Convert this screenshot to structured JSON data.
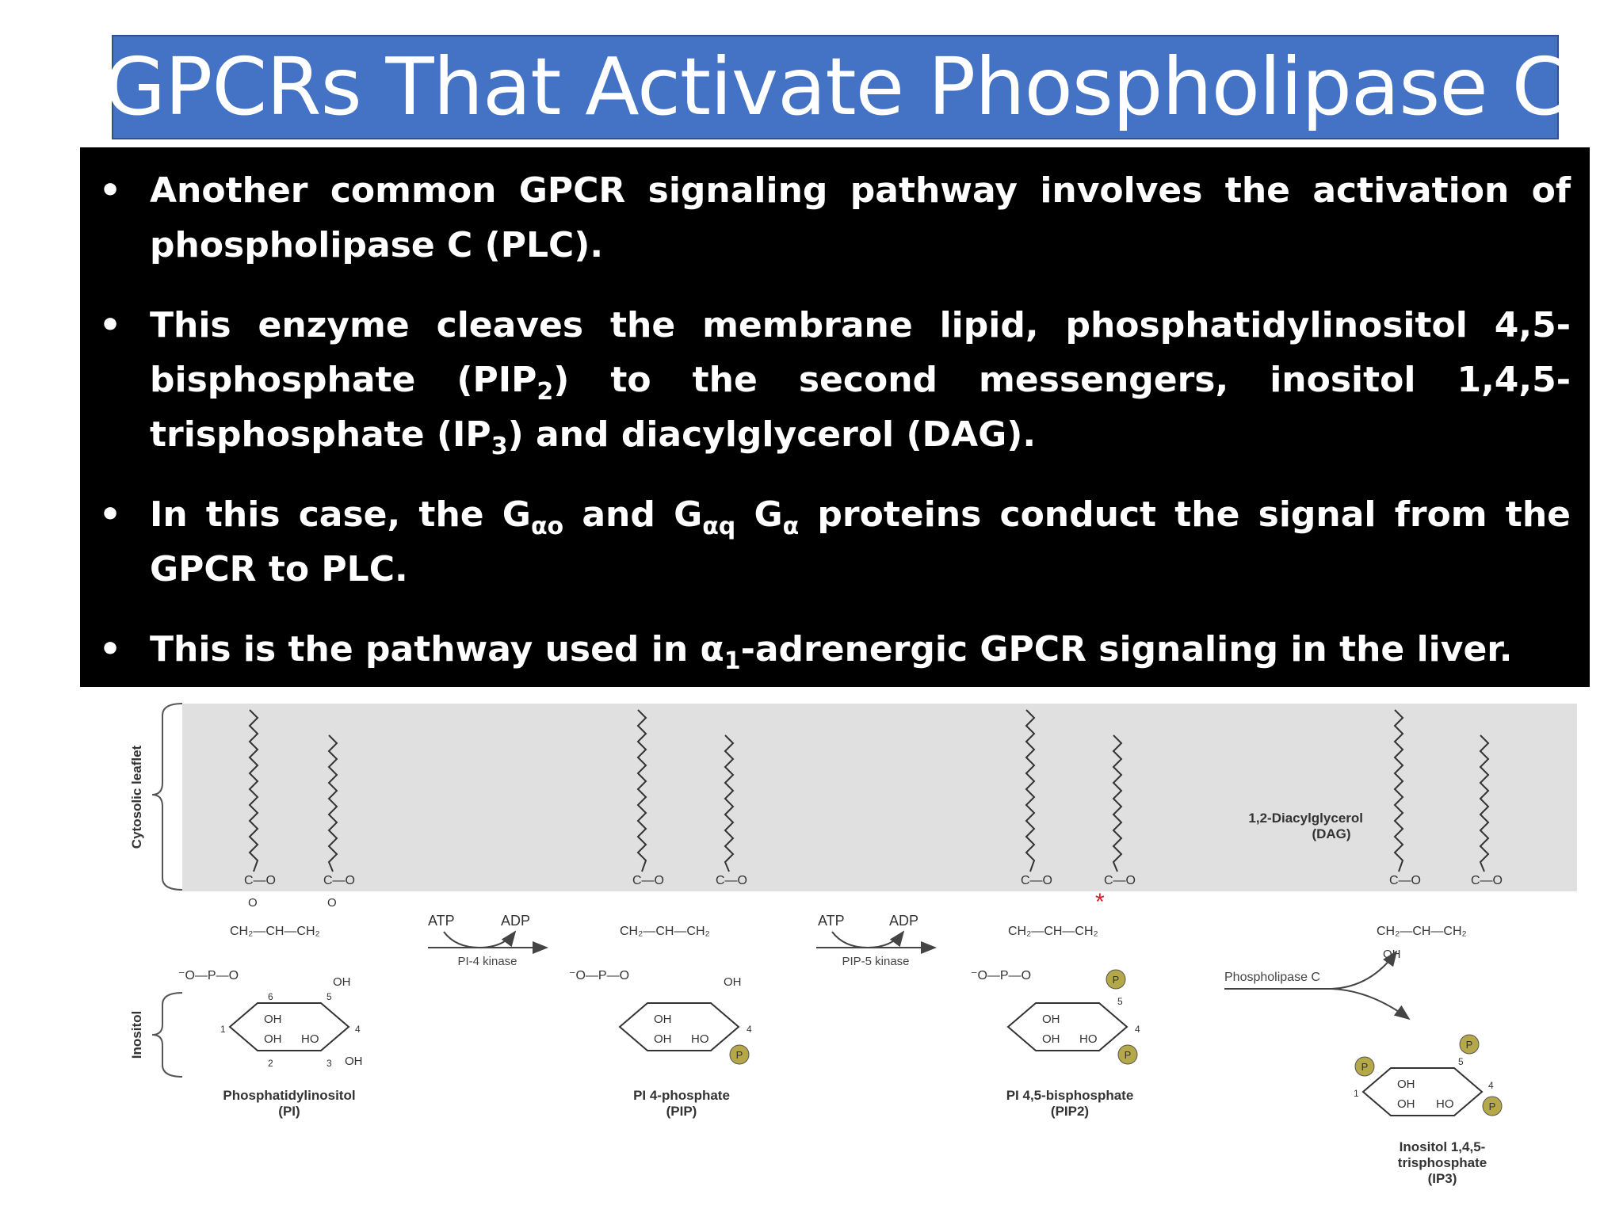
{
  "title": "GPCRs That Activate Phospholipase C",
  "bullets": [
    [
      "Another common GPCR signaling pathway involves the activation of phospholipase C (PLC)."
    ],
    [
      "This enzyme cleaves the membrane lipid, phosphatidylinositol 4,5-bisphosphate (PIP",
      "2",
      ") to the second messengers, inositol 1,4,5-trisphosphate (IP",
      "3",
      ") and diacylglycerol (DAG)."
    ],
    [
      "In this case, the G",
      "αo",
      " and G",
      "αq",
      " G",
      "α",
      " proteins conduct the signal from the GPCR to PLC."
    ],
    [
      "This is the pathway used in α",
      "1",
      "-adrenergic GPCR signaling in the liver."
    ]
  ],
  "diagram": {
    "cytosolic_label": "Cytosolic leaflet",
    "inositol_label": "Inositol",
    "dag_label_line1": "1,2-Diacylglycerol",
    "dag_label_line2": "(DAG)",
    "compounds": [
      {
        "name": "Phosphatidylinositol",
        "abbr": "(PI)"
      },
      {
        "name": "PI 4-phosphate",
        "abbr": "(PIP)"
      },
      {
        "name": "PI 4,5-bisphosphate",
        "abbr": "(PIP2)"
      },
      {
        "name": "Inositol 1,4,5-",
        "name2": "trisphosphate",
        "abbr": "(IP3)"
      }
    ],
    "steps": [
      {
        "in": "ATP",
        "out": "ADP",
        "enzyme": "PI-4 kinase"
      },
      {
        "in": "ATP",
        "out": "ADP",
        "enzyme": "PIP-5 kinase"
      }
    ],
    "plc_label": "Phospholipase C",
    "atom_labels": {
      "carbonyl": "C—O",
      "ester_o": "O",
      "glycerol": "CH₂—CH—CH₂",
      "phosphate": "⁻O—P—O",
      "oh": "OH",
      "ho": "HO",
      "phosphate_group": "P",
      "cleavage_mark": "*"
    },
    "ring_numbers": [
      "1",
      "2",
      "3",
      "4",
      "5",
      "6"
    ],
    "colors": {
      "phosphate_fill": "#b5a848",
      "mark": "#d4202c",
      "band": "#e0e0e0"
    }
  }
}
